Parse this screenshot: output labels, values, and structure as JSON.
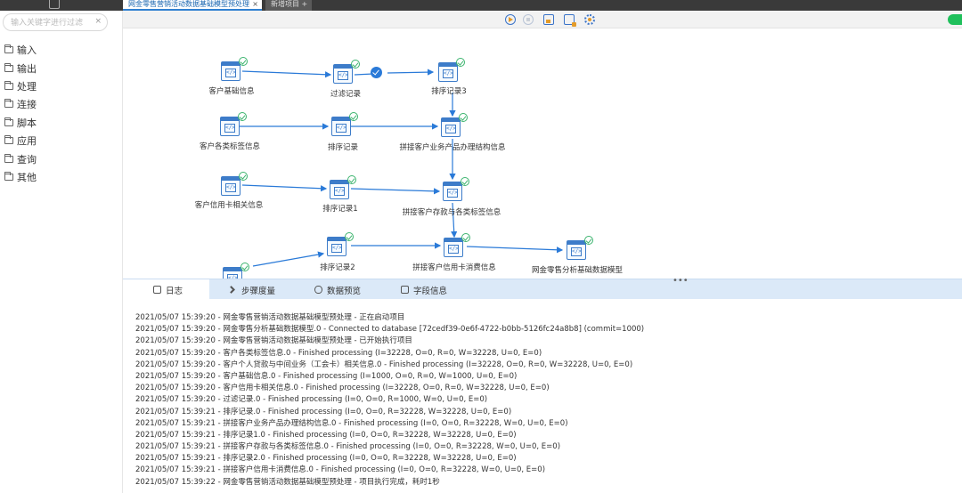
{
  "window": {
    "active_tab": "网金零售营销活动数据基础模型预处理",
    "active_tab_close": "×",
    "new_tab": "新增项目 +"
  },
  "sidebar": {
    "search_placeholder": "输入关键字进行过滤",
    "search_clear": "×",
    "items": [
      {
        "label": "输入"
      },
      {
        "label": "输出"
      },
      {
        "label": "处理"
      },
      {
        "label": "连接"
      },
      {
        "label": "脚本"
      },
      {
        "label": "应用"
      },
      {
        "label": "查询"
      },
      {
        "label": "其他"
      }
    ]
  },
  "toolbar": {
    "icons": [
      "run-icon",
      "stop-icon",
      "save-icon",
      "save-as-icon",
      "settings-icon"
    ],
    "toggle_on": true
  },
  "canvas": {
    "nodes": [
      {
        "id": "n1",
        "label": "客户基础信息"
      },
      {
        "id": "n2",
        "label": "过滤记录"
      },
      {
        "id": "n3",
        "label": "排序记录3"
      },
      {
        "id": "n4",
        "label": "客户各类标签信息"
      },
      {
        "id": "n5",
        "label": "排序记录"
      },
      {
        "id": "n6",
        "label": "拼接客户业务产品办理结构信息"
      },
      {
        "id": "n7",
        "label": "客户信用卡相关信息"
      },
      {
        "id": "n8",
        "label": "排序记录1"
      },
      {
        "id": "n9",
        "label": "拼接客户存款与各类标签信息"
      },
      {
        "id": "n10",
        "label": "排序记录2"
      },
      {
        "id": "n11",
        "label": "拼接客户信用卡消费信息"
      },
      {
        "id": "n12",
        "label": "网金零售分析基础数据模型"
      },
      {
        "id": "n13",
        "label": ""
      }
    ],
    "node_icon_text": "</>"
  },
  "panel": {
    "more": "•••",
    "tabs": [
      {
        "label": "日志",
        "active": true
      },
      {
        "label": "步骤度量",
        "active": false
      },
      {
        "label": "数据预览",
        "active": false
      },
      {
        "label": "字段信息",
        "active": false
      }
    ]
  },
  "log": [
    "2021/05/07 15:39:20 - 网金零售营销活动数据基础模型预处理 - 正在启动项目",
    "2021/05/07 15:39:20 - 网金零售分析基础数据模型.0 - Connected to database [72cedf39-0e6f-4722-b0bb-5126fc24a8b8] (commit=1000)",
    "2021/05/07 15:39:20 - 网金零售营销活动数据基础模型预处理 - 已开始执行项目",
    "2021/05/07 15:39:20 - 客户各类标签信息.0 - Finished processing (I=32228, O=0, R=0, W=32228, U=0, E=0)",
    "2021/05/07 15:39:20 - 客户个人贷款与中间业务（工会卡）相关信息.0 - Finished processing (I=32228, O=0, R=0, W=32228, U=0, E=0)",
    "2021/05/07 15:39:20 - 客户基础信息.0 - Finished processing (I=1000, O=0, R=0, W=1000, U=0, E=0)",
    "2021/05/07 15:39:20 - 客户信用卡相关信息.0 - Finished processing (I=32228, O=0, R=0, W=32228, U=0, E=0)",
    "2021/05/07 15:39:20 - 过滤记录.0 - Finished processing (I=0, O=0, R=1000, W=0, U=0, E=0)",
    "2021/05/07 15:39:21 - 排序记录.0 - Finished processing (I=0, O=0, R=32228, W=32228, U=0, E=0)",
    "2021/05/07 15:39:21 - 拼接客户业务产品办理结构信息.0 - Finished processing (I=0, O=0, R=32228, W=0, U=0, E=0)",
    "2021/05/07 15:39:21 - 排序记录1.0 - Finished processing (I=0, O=0, R=32228, W=32228, U=0, E=0)",
    "2021/05/07 15:39:21 - 拼接客户存款与各类标签信息.0 - Finished processing (I=0, O=0, R=32228, W=0, U=0, E=0)",
    "2021/05/07 15:39:21 - 排序记录2.0 - Finished processing (I=0, O=0, R=32228, W=32228, U=0, E=0)",
    "2021/05/07 15:39:21 - 拼接客户信用卡消费信息.0 - Finished processing (I=0, O=0, R=32228, W=0, U=0, E=0)",
    "2021/05/07 15:39:22 - 网金零售营销活动数据基础模型预处理 - 项目执行完成，耗时1秒"
  ]
}
